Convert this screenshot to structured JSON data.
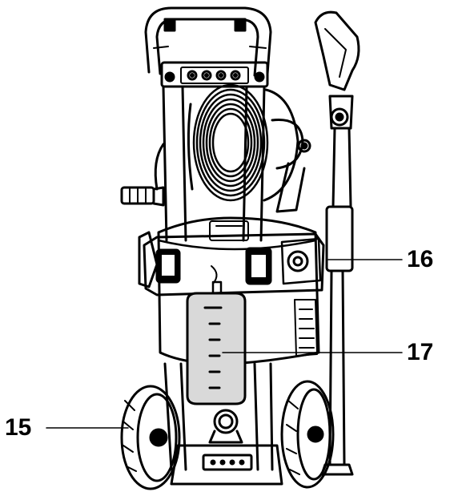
{
  "callouts": [
    {
      "id": "15",
      "label": "15"
    },
    {
      "id": "16",
      "label": "16"
    },
    {
      "id": "17",
      "label": "17"
    }
  ],
  "colors": {
    "ink": "#000000",
    "paper": "#ffffff",
    "tank": "#d9d9d9"
  }
}
